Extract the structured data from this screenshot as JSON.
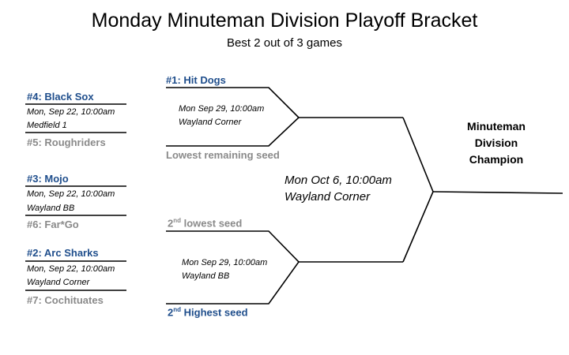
{
  "title": "Monday Minuteman Division Playoff Bracket",
  "subtitle": "Best 2 out of 3 games",
  "round1": [
    {
      "top_team": "#4: Black Sox",
      "date": "Mon, Sep 22, 10:00am",
      "venue": "Medfield 1",
      "bottom_team": "#5: Roughriders"
    },
    {
      "top_team": "#3: Mojo",
      "date": "Mon, Sep 22, 10:00am",
      "venue": "Wayland BB",
      "bottom_team": "#6: Far*Go"
    },
    {
      "top_team": "#2: Arc Sharks",
      "date": "Mon, Sep 22, 10:00am",
      "venue": "Wayland Corner",
      "bottom_team": "#7: Cochituates"
    }
  ],
  "semis": [
    {
      "top_team": "#1: Hit Dogs",
      "date": "Mon Sep 29, 10:00am",
      "venue": "Wayland Corner",
      "bottom_team": "Lowest remaining seed"
    },
    {
      "top_team_pre": "2",
      "top_team_sup": "nd",
      "top_team_post": " lowest seed",
      "date": "Mon Sep 29, 10:00am",
      "venue": "Wayland BB",
      "bottom_team_pre": "2",
      "bottom_team_sup": "nd",
      "bottom_team_post": " Highest seed"
    }
  ],
  "final": {
    "date": "Mon Oct 6, 10:00am",
    "venue": "Wayland Corner"
  },
  "champion": {
    "line1": "Minuteman",
    "line2": "Division",
    "line3": "Champion"
  },
  "colors": {
    "seeded_team": "#1f4e8c",
    "placeholder_team": "#8a8a8a",
    "line": "#000000"
  }
}
